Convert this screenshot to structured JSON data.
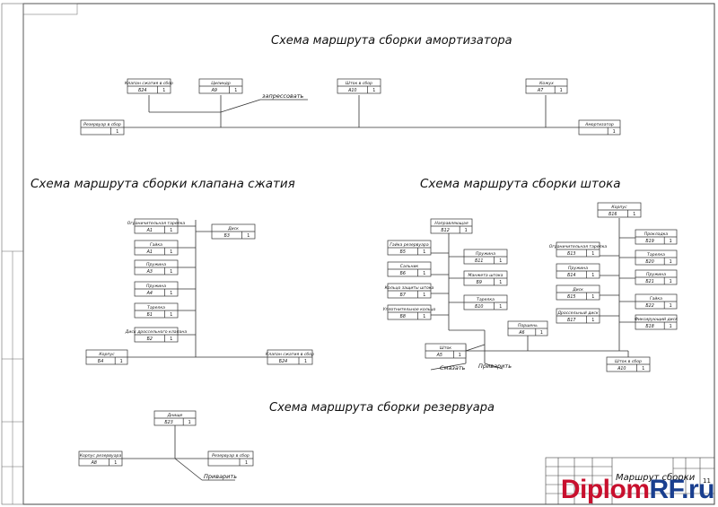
{
  "titles": {
    "shock": "Схема маршрута сборки амортизатора",
    "valve": "Схема маршрута сборки клапана сжатия",
    "rod": "Схема маршрута сборки штока",
    "reservoir": "Схема маршрута сборки резервуара"
  },
  "shock": {
    "boxes": [
      {
        "name": "Клапан сжатия в сбор",
        "code": "Б24",
        "qty": "1"
      },
      {
        "name": "Цилиндр",
        "code": "А9",
        "qty": "1"
      },
      {
        "name": "Шток в сбор",
        "code": "А10",
        "qty": "1"
      },
      {
        "name": "Кожух",
        "code": "А7",
        "qty": "1"
      },
      {
        "name": "Резервуар в сбор",
        "code": "",
        "qty": "1"
      },
      {
        "name": "Амортизатор",
        "code": "",
        "qty": "1"
      }
    ],
    "note": "запрессовать"
  },
  "valve": {
    "parts": [
      {
        "name": "Ограничительная тарелка",
        "code": "А1",
        "qty": "1"
      },
      {
        "name": "Гайка",
        "code": "А1",
        "qty": "1"
      },
      {
        "name": "Пружина",
        "code": "А3",
        "qty": "1"
      },
      {
        "name": "Пружина",
        "code": "А4",
        "qty": "1"
      },
      {
        "name": "Тарелка",
        "code": "Б1",
        "qty": "1"
      },
      {
        "name": "Диск дроссельного клапана",
        "code": "Б2",
        "qty": "1"
      }
    ],
    "disk": {
      "name": "Диск",
      "code": "Б3",
      "qty": "1"
    },
    "body": {
      "name": "Корпус",
      "code": "Б4",
      "qty": "1"
    },
    "result": {
      "name": "Клапан сжатия в сбор",
      "code": "Б24",
      "qty": "1"
    }
  },
  "rod": {
    "guide": {
      "name": "Направляющая",
      "code": "Б12",
      "qty": "1"
    },
    "left": [
      {
        "name": "Гайка резервуара",
        "code": "Б5",
        "qty": "1"
      },
      {
        "name": "Сальник",
        "code": "Б6",
        "qty": "1"
      },
      {
        "name": "Кольцо защиты штока",
        "code": "Б7",
        "qty": "1"
      },
      {
        "name": "Уплотнительное кольцо",
        "code": "Б8",
        "qty": "1"
      }
    ],
    "mid": [
      {
        "name": "Пружина",
        "code": "Б11",
        "qty": "1"
      },
      {
        "name": "Манжета штока",
        "code": "Б9",
        "qty": "1"
      },
      {
        "name": "Тарелка",
        "code": "Б10",
        "qty": "1"
      }
    ],
    "piston": {
      "name": "Поршень",
      "code": "А6",
      "qty": "1"
    },
    "shaft": {
      "name": "Шток",
      "code": "А5",
      "qty": "1"
    },
    "body": {
      "name": "Корпус",
      "code": "Б16",
      "qty": "1"
    },
    "right_left": [
      {
        "name": "Ограничительная тарелка",
        "code": "Б13",
        "qty": "1"
      },
      {
        "name": "Пружина",
        "code": "Б14",
        "qty": "1"
      },
      {
        "name": "Диск",
        "code": "Б15",
        "qty": "1"
      },
      {
        "name": "Дроссельный диск",
        "code": "Б17",
        "qty": "1"
      }
    ],
    "right_right": [
      {
        "name": "Прокладка",
        "code": "Б19",
        "qty": "1"
      },
      {
        "name": "Тарелка",
        "code": "Б20",
        "qty": "1"
      },
      {
        "name": "Пружина",
        "code": "Б21",
        "qty": "1"
      },
      {
        "name": "Гайка",
        "code": "Б22",
        "qty": "1"
      },
      {
        "name": "Фиксирующий диск",
        "code": "Б18",
        "qty": "1"
      }
    ],
    "result": {
      "name": "Шток в сбор",
      "code": "А10",
      "qty": "1"
    },
    "note1": "Смазать",
    "note2": "Приварить"
  },
  "reservoir": {
    "top": {
      "name": "Днище",
      "code": "Б23",
      "qty": "1"
    },
    "left": {
      "name": "Корпус резервуара",
      "code": "А8",
      "qty": "1"
    },
    "result": {
      "name": "Резервуар в сбор",
      "code": "",
      "qty": "1"
    },
    "note": "Приварить"
  },
  "stamp": {
    "title": "Маршрут сборки",
    "sheet": "11"
  },
  "watermark": {
    "part1": "Diplom",
    "part2": "RF.ru"
  }
}
